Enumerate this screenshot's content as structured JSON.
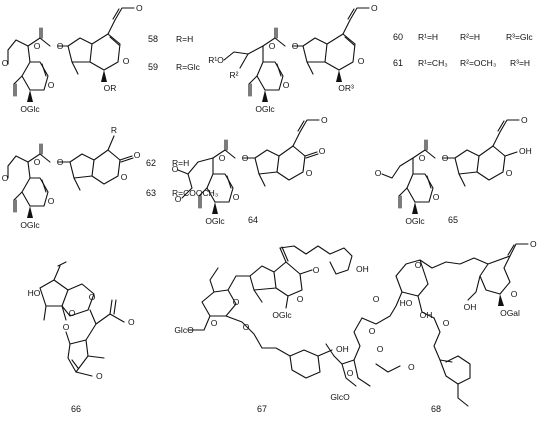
{
  "figure": {
    "compounds": [
      {
        "number": "58",
        "substituent": "R=H"
      },
      {
        "number": "59",
        "substituent": "R=Glc"
      },
      {
        "number": "60",
        "r1": "R¹=H",
        "r2": "R²=H",
        "r3": "R³=Glc"
      },
      {
        "number": "61",
        "r1": "R¹=CH₃",
        "r2": "R²=OCH₃",
        "r3": "R³=H"
      },
      {
        "number": "62",
        "substituent": "R=H"
      },
      {
        "number": "63",
        "substituent": "R=COOCH₃"
      },
      {
        "number": "64"
      },
      {
        "number": "65"
      },
      {
        "number": "66"
      },
      {
        "number": "67"
      },
      {
        "number": "68"
      }
    ],
    "atoms": {
      "o": "O",
      "oh": "OH",
      "ho": "HO",
      "or": "OR",
      "r": "R",
      "r1o": "R¹O",
      "r2": "R²",
      "or3": "OR³",
      "oglc": "OGlc",
      "glco": "GlcO",
      "ogal": "OGal"
    }
  }
}
